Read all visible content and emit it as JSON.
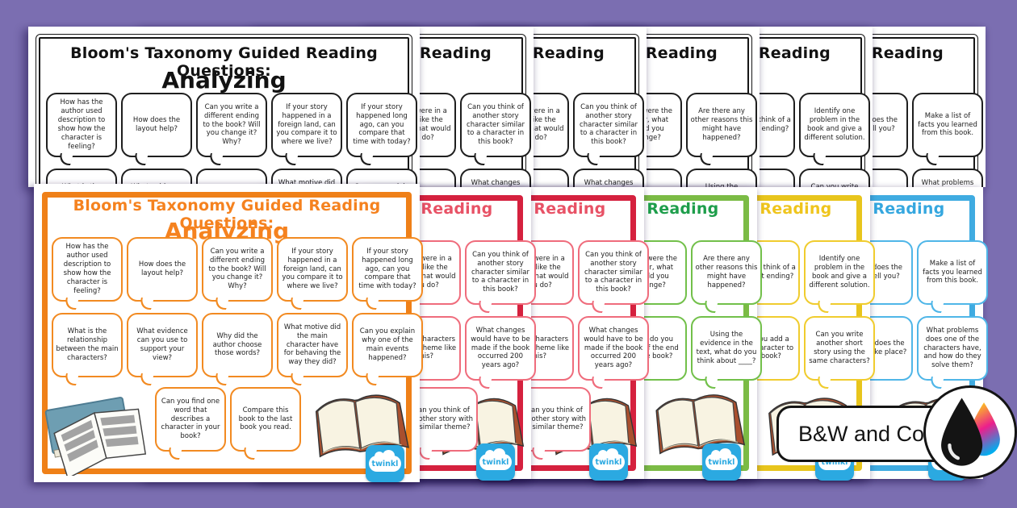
{
  "background_color": "#7B6EB1",
  "badge": {
    "label": "B&W and Color"
  },
  "logo": {
    "text": "twinkl",
    "blue": "#2BA9E1"
  },
  "title": {
    "line1": "Bloom's Taxonomy Guided Reading Questions:",
    "line2": "Analyzing"
  },
  "analyzing": {
    "row1": [
      "How has the author used description to show how the character is feeling?",
      "How does the layout help?",
      "Can you write a different ending to the book? Will you change it? Why?",
      "If your story happened in a foreign land, can you compare it to where we live?",
      "If your story happened long ago, can you compare that time with today?"
    ],
    "row2": [
      "What is the relationship between the main characters?",
      "What evidence can you use to support your view?",
      "Why did the author choose those words?",
      "What motive did the main character have for behaving the way they did?",
      "Can you explain why one of the main events happened?"
    ],
    "row3": [
      "Can you find one word that describes a character in your book?",
      "Compare this book to the last book you read."
    ]
  },
  "front": {
    "frame": "#EF8018",
    "title": "#F5821F",
    "bubble": "#F28A21"
  },
  "back_variants": {
    "red": {
      "frame": "#D5213E",
      "title": "#E85266",
      "bubble": "#EF6C7C",
      "r1c4": "If you were in a story like the book, what would you do?",
      "r1c5": "Can you think of another story character similar to a character in this book?",
      "r2c4": "Which characters have a theme like this?",
      "r2c5": "What changes would have to be made if the book occurred 200 years ago?",
      "bottom": "Can you think of another story with a similar theme?"
    },
    "green": {
      "frame": "#7BBB45",
      "title": "#1E9E4B",
      "bubble": "#72C04A",
      "r1c4": "If you were the author, what would you change?",
      "r1c5": "Are there any other reasons this might have happened?",
      "r2c4": "What do you think of the end of the book?",
      "r2c5": "Using the evidence in the text, what do you think about ____?"
    },
    "yellow": {
      "frame": "#E8C51C",
      "title": "#EFC51D",
      "bubble": "#F0CC2E",
      "r1c4": "Can you think of a different ending?",
      "r1c5": "Identify one problem in the book and give a different solution.",
      "r2c4": "Can you add a new character to the book?",
      "r2c5": "Can you write another short story using the same characters?"
    },
    "blue": {
      "frame": "#3FABE1",
      "title": "#35A7DF",
      "bubble": "#4FB6E8",
      "r1c4": "What does the title tell you?",
      "r1c5": "Where does the story take place?",
      "r2c4": "Where does the story take place?",
      "r1c5_full": "Make a list of facts you learned from this book.",
      "r2c5": "What problems does one of the characters have, and how do they solve them?"
    }
  }
}
